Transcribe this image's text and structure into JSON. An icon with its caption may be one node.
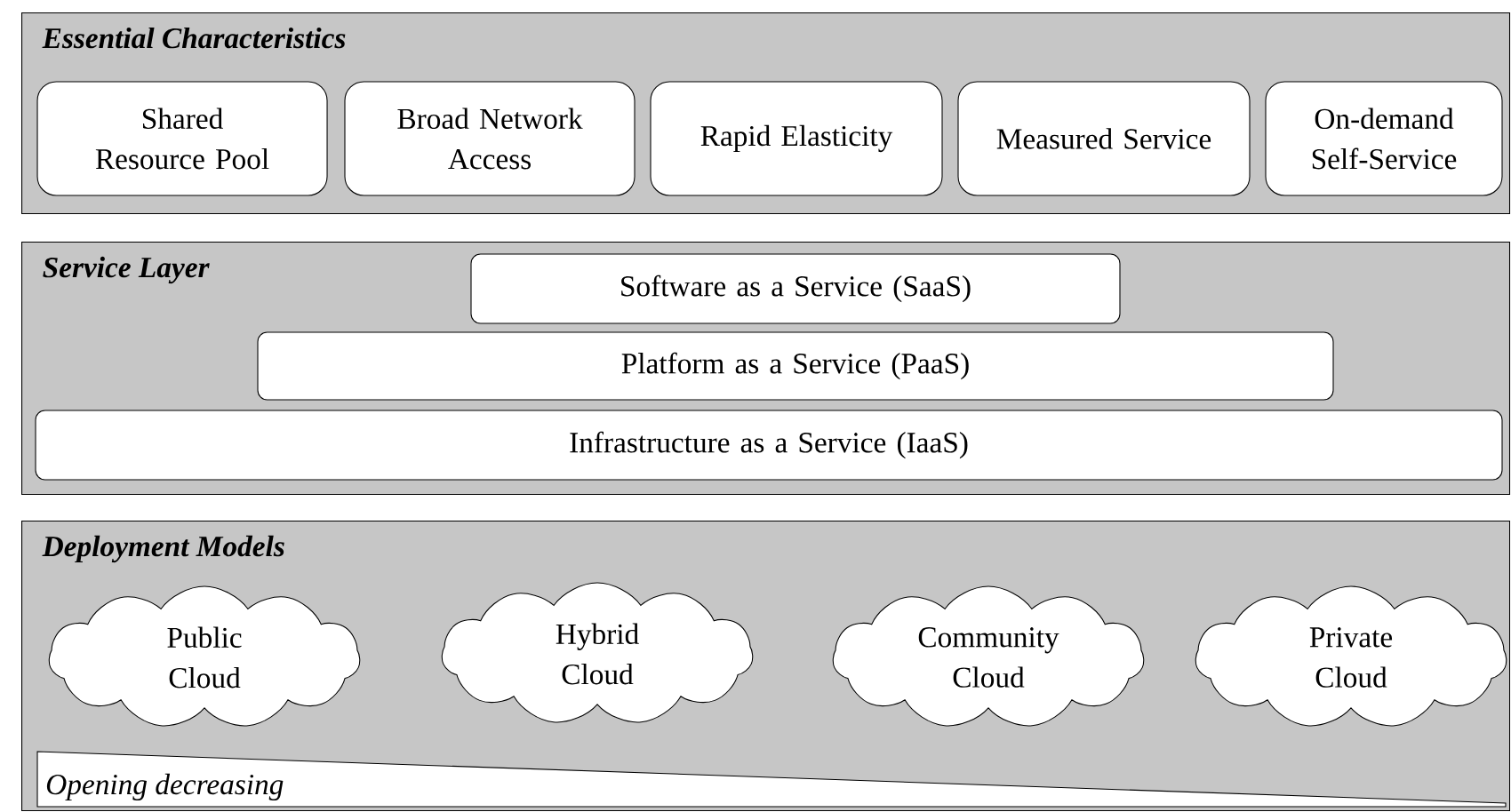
{
  "diagram": {
    "nodes": [
      {
        "text": [
          "Essential Characteristics"
        ]
      },
      {
        "text": [
          "Shared Resource Pool"
        ],
        "in": 0
      },
      {
        "text": [
          "Broad Network Access"
        ],
        "in": 0
      },
      {
        "text": [
          "Rapid Elasticity"
        ],
        "in": 0
      },
      {
        "text": [
          "Measured Service"
        ],
        "in": 0
      },
      {
        "text": [
          "On-demand Self-Service"
        ],
        "in": 0
      },
      {
        "text": [
          "Service Layer"
        ]
      },
      {
        "text": [
          "Software as a Service (SaaS)"
        ],
        "in": 6
      },
      {
        "text": [
          "Platform as a Service (PaaS)"
        ],
        "in": 6
      },
      {
        "text": [
          "Infrastructure as a Service (IaaS)"
        ],
        "in": 6
      },
      {
        "text": [
          "Deployment Models"
        ]
      },
      {
        "text": [
          "Public Cloud"
        ],
        "in": 10
      },
      {
        "text": [
          "Hybrid Cloud"
        ],
        "in": 10
      },
      {
        "text": [
          "Community Cloud"
        ],
        "in": 10
      },
      {
        "text": [
          "Private Cloud"
        ],
        "in": 10
      },
      {
        "text": [
          "Opening decreasing"
        ],
        "in": 10
      }
    ]
  }
}
